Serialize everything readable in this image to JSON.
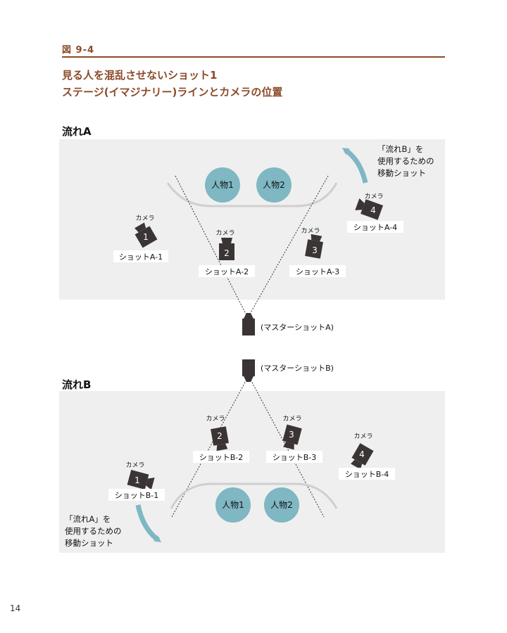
{
  "figure_label": "図 9-4",
  "title_line1": "見る人を混乱させないショット1",
  "title_line2": "ステージ(イマジナリー)ラインとカメラの位置",
  "flow_a": {
    "heading": "流れA",
    "persons": [
      "人物1",
      "人物2"
    ],
    "cameras": [
      {
        "num": "1",
        "tag": "カメラ",
        "label": "ショットA-1"
      },
      {
        "num": "2",
        "tag": "カメラ",
        "label": "ショットA-2"
      },
      {
        "num": "3",
        "tag": "カメラ",
        "label": "ショットA-3"
      },
      {
        "num": "4",
        "tag": "カメラ",
        "label": "ショットA-4"
      }
    ],
    "note_lines": [
      "「流れB」を",
      "使用するための",
      "移動ショット"
    ],
    "master_label": "(マスターショットA)"
  },
  "flow_b": {
    "heading": "流れB",
    "persons": [
      "人物1",
      "人物2"
    ],
    "cameras": [
      {
        "num": "1",
        "tag": "カメラ",
        "label": "ショットB-1"
      },
      {
        "num": "2",
        "tag": "カメラ",
        "label": "ショットB-2"
      },
      {
        "num": "3",
        "tag": "カメラ",
        "label": "ショットB-3"
      },
      {
        "num": "4",
        "tag": "カメラ",
        "label": "ショットB-4"
      }
    ],
    "note_lines": [
      "「流れA」を",
      "使用するための",
      "移動ショット"
    ],
    "master_label": "(マスターショットB)"
  },
  "page_number": "14",
  "colors": {
    "accent": "#8a4b2a",
    "person_fill": "#7fb7c3",
    "arrow": "#7fb7c3",
    "camera": "#3a3434",
    "panel": "#efefef"
  }
}
